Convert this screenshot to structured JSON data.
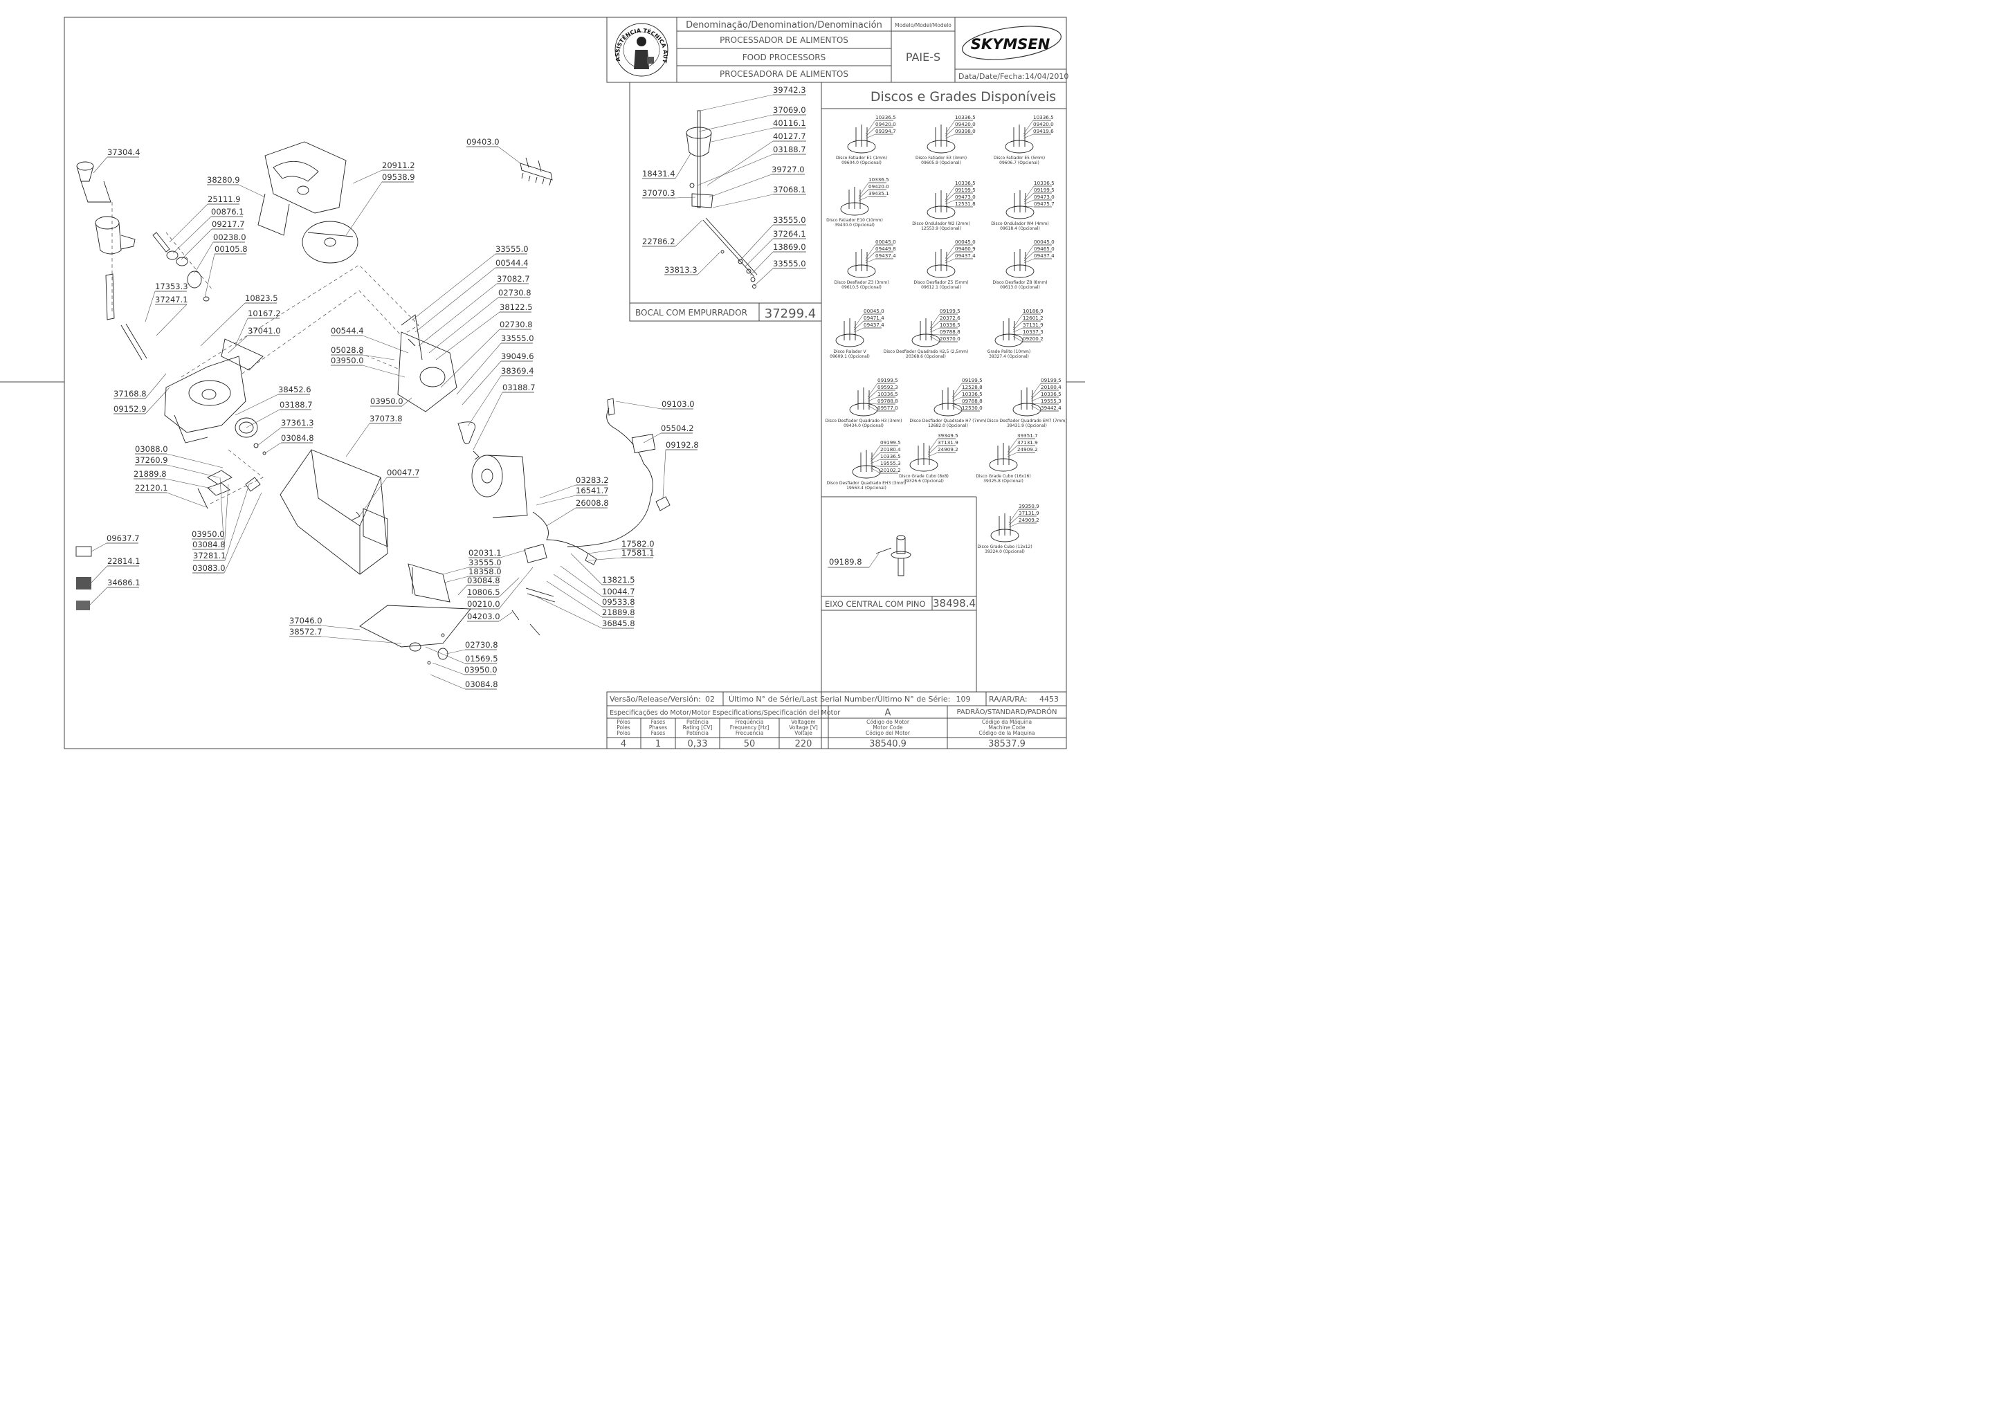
{
  "title_block": {
    "denomination_header": "Denominação/Denomination/Denominación",
    "model_header": "Modelo/Model/Modelo",
    "names": [
      "PROCESSADOR DE ALIMENTOS",
      "FOOD PROCESSORS",
      "PROCESADORA DE ALIMENTOS"
    ],
    "model": "PAIE-S",
    "brand": "SKYMSEN",
    "stamp_text": "ASSISTÊNCIA TÉCNICA AUTORIZADA",
    "date_label": "Data/Date/Fecha:",
    "date": "14/04/2010"
  },
  "discs_panel": {
    "title": "Discos e Grades Disponíveis",
    "items": [
      {
        "name": "Disco Fatiador E1 (1mm)",
        "code": "09604.0 (Opcional)",
        "parts": [
          "10336.5",
          "09420.0",
          "09394.7"
        ]
      },
      {
        "name": "Disco Fatiador E3 (3mm)",
        "code": "09605.9 (Opcional)",
        "parts": [
          "10336.5",
          "09420.0",
          "09398.0"
        ]
      },
      {
        "name": "Disco Fatiador E5 (5mm)",
        "code": "09606.7 (Opcional)",
        "parts": [
          "10336.5",
          "09420.0",
          "09419.6"
        ]
      },
      {
        "name": "Disco Fatiador E10 (10mm)",
        "code": "39430.0 (Opcional)",
        "parts": [
          "10336.5",
          "09420.0",
          "39435.1"
        ]
      },
      {
        "name": "Disco Ondulador W2 (2mm)",
        "code": "12553.9 (Opcional)",
        "parts": [
          "10336.5",
          "09199.5",
          "09473.0",
          "12531.8"
        ]
      },
      {
        "name": "Disco Ondulador W4 (4mm)",
        "code": "09618.4 (Opcional)",
        "parts": [
          "10336.5",
          "09199.5",
          "09473.0",
          "09475.7"
        ]
      },
      {
        "name": "Disco Desfiador Z3 (3mm)",
        "code": "09610.5 (Opcional)",
        "parts": [
          "00045.0",
          "09449.8",
          "09437.4"
        ]
      },
      {
        "name": "Disco Desfiador Z5 (5mm)",
        "code": "09612.1 (Opcional)",
        "parts": [
          "00045.0",
          "09460.9",
          "09437.4"
        ]
      },
      {
        "name": "Disco Desfiador Z8 (8mm)",
        "code": "09613.0 (Opcional)",
        "parts": [
          "00045.0",
          "09465.0",
          "09437.4"
        ]
      },
      {
        "name": "Disco Ralador V",
        "code": "09609.1 (Opcional)",
        "parts": [
          "00045.0",
          "09471.4",
          "09437.4"
        ]
      },
      {
        "name": "Disco Desfiador Quadrado H2,5 (2,5mm)",
        "code": "20368.6 (Opcional)",
        "parts": [
          "09199.5",
          "20372.6",
          "10336.5",
          "09788.8",
          "20370.0"
        ]
      },
      {
        "name": "Grade Palito (10mm)",
        "code": "39327.4 (Opcional)",
        "parts": [
          "10186.9",
          "12601.2",
          "37131.9",
          "10337.3",
          "09200.2"
        ]
      },
      {
        "name": "Disco Desfiador Quadrado H3 (3mm)",
        "code": "09434.0 (Opcional)",
        "parts": [
          "09199.5",
          "09592.3",
          "10336.5",
          "09788.8",
          "09577.0"
        ]
      },
      {
        "name": "Disco Desfiador Quadrado H7 (7mm)",
        "code": "12682.0 (Opcional)",
        "parts": [
          "09199.5",
          "12528.8",
          "10336.5",
          "09788.8",
          "12530.0"
        ]
      },
      {
        "name": "Disco Desfiador Quadrado EM7 (7mm)",
        "code": "39431.9 (Opcional)",
        "parts": [
          "09199.5",
          "20180.4",
          "10336.5",
          "19555.3",
          "39442.4"
        ]
      },
      {
        "name": "Disco Desfiador Quadrado EH3 (3mm)",
        "code": "19563.4 (Opcional)",
        "parts": [
          "09199.5",
          "20180.4",
          "10336.5",
          "19555.3",
          "20102.2"
        ]
      },
      {
        "name": "Disco Grade Cubo (8x8)",
        "code": "39326.6 (Opcional)",
        "parts": [
          "39349.5",
          "37131.9",
          "24909.2"
        ]
      },
      {
        "name": "Disco Grade Cubo (16x16)",
        "code": "39325.8 (Opcional)",
        "parts": [
          "39351.7",
          "37131.9",
          "24909.2"
        ]
      },
      {
        "name": "Disco Grade Cubo (12x12)",
        "code": "39324.0 (Opcional)",
        "parts": [
          "39350.9",
          "37131.9",
          "24909.2"
        ]
      }
    ]
  },
  "inset_bocal": {
    "label": "BOCAL COM EMPURRADOR",
    "code": "37299.4",
    "parts": [
      "39742.3",
      "37069.0",
      "40116.1",
      "40127.7",
      "03188.7",
      "39727.0",
      "37068.1",
      "18431.4",
      "37070.3",
      "33555.0",
      "37264.1",
      "13869.0",
      "33555.0",
      "22786.2",
      "33813.3"
    ]
  },
  "inset_eixo": {
    "label": "EIXO CENTRAL COM PINO",
    "code": "38498.4",
    "part": "09189.8"
  },
  "main_parts": [
    "37304.4",
    "38280.9",
    "20911.2",
    "09538.9",
    "09403.0",
    "25111.9",
    "00876.1",
    "09217.7",
    "00238.0",
    "00105.8",
    "17353.3",
    "37247.1",
    "10823.5",
    "10167.2",
    "37041.0",
    "37168.8",
    "09152.9",
    "38452.6",
    "03188.7",
    "37361.3",
    "03084.8",
    "03088.0",
    "37260.9",
    "21889.8",
    "22120.1",
    "03950.0",
    "03084.8",
    "37281.1",
    "03083.0",
    "09637.7",
    "22814.1",
    "34686.1",
    "33555.0",
    "00544.4",
    "37082.7",
    "02730.8",
    "38122.5",
    "02730.8",
    "33555.0",
    "39049.6",
    "38369.4",
    "03188.7",
    "00544.4",
    "05028.8",
    "03950.0",
    "03950.0",
    "37073.8",
    "00047.7",
    "09103.0",
    "05504.2",
    "09192.8",
    "03283.2",
    "16541.7",
    "26008.8",
    "17582.0",
    "17581.1",
    "02031.1",
    "33555.0",
    "18358.0",
    "03084.8",
    "10806.5",
    "00210.0",
    "13821.5",
    "10044.7",
    "09533.8",
    "21889.8",
    "36845.8",
    "04203.0",
    "37046.0",
    "38572.7",
    "02730.8",
    "01569.5",
    "03950.0",
    "03084.8"
  ],
  "footer": {
    "version_label": "Versão/Release/Versión:",
    "version": "02",
    "serial_label": "Último N° de Série/Last Serial Number/Último N° de Série:",
    "serial": "109",
    "ra_label": "RA/AR/RA:",
    "ra": "4453",
    "motor_spec_label": "Especificações do Motor/Motor Especifications/Specificación del Motor",
    "motor_class": "A",
    "standard_label": "PADRÃO/STANDARD/PADRÓN",
    "columns": [
      {
        "header": [
          "Pólos",
          "Poles",
          "Polos"
        ],
        "value": "4"
      },
      {
        "header": [
          "Fases",
          "Phases",
          "Fases"
        ],
        "value": "1"
      },
      {
        "header": [
          "Potência",
          "Rating [CV]",
          "Potencia"
        ],
        "value": "0,33"
      },
      {
        "header": [
          "Freqüência",
          "Frequency [Hz]",
          "Frecuencia"
        ],
        "value": "50"
      },
      {
        "header": [
          "Voltagem",
          "Voltage [V]",
          "Voltaje"
        ],
        "value": "220"
      },
      {
        "header": [
          "Código do Motor",
          "Motor Code",
          "Código del Motor"
        ],
        "value": "38540.9"
      },
      {
        "header": [
          "Código da Máquina",
          "Machine Code",
          "Código de la Maquina"
        ],
        "value": "38537.9"
      }
    ]
  }
}
